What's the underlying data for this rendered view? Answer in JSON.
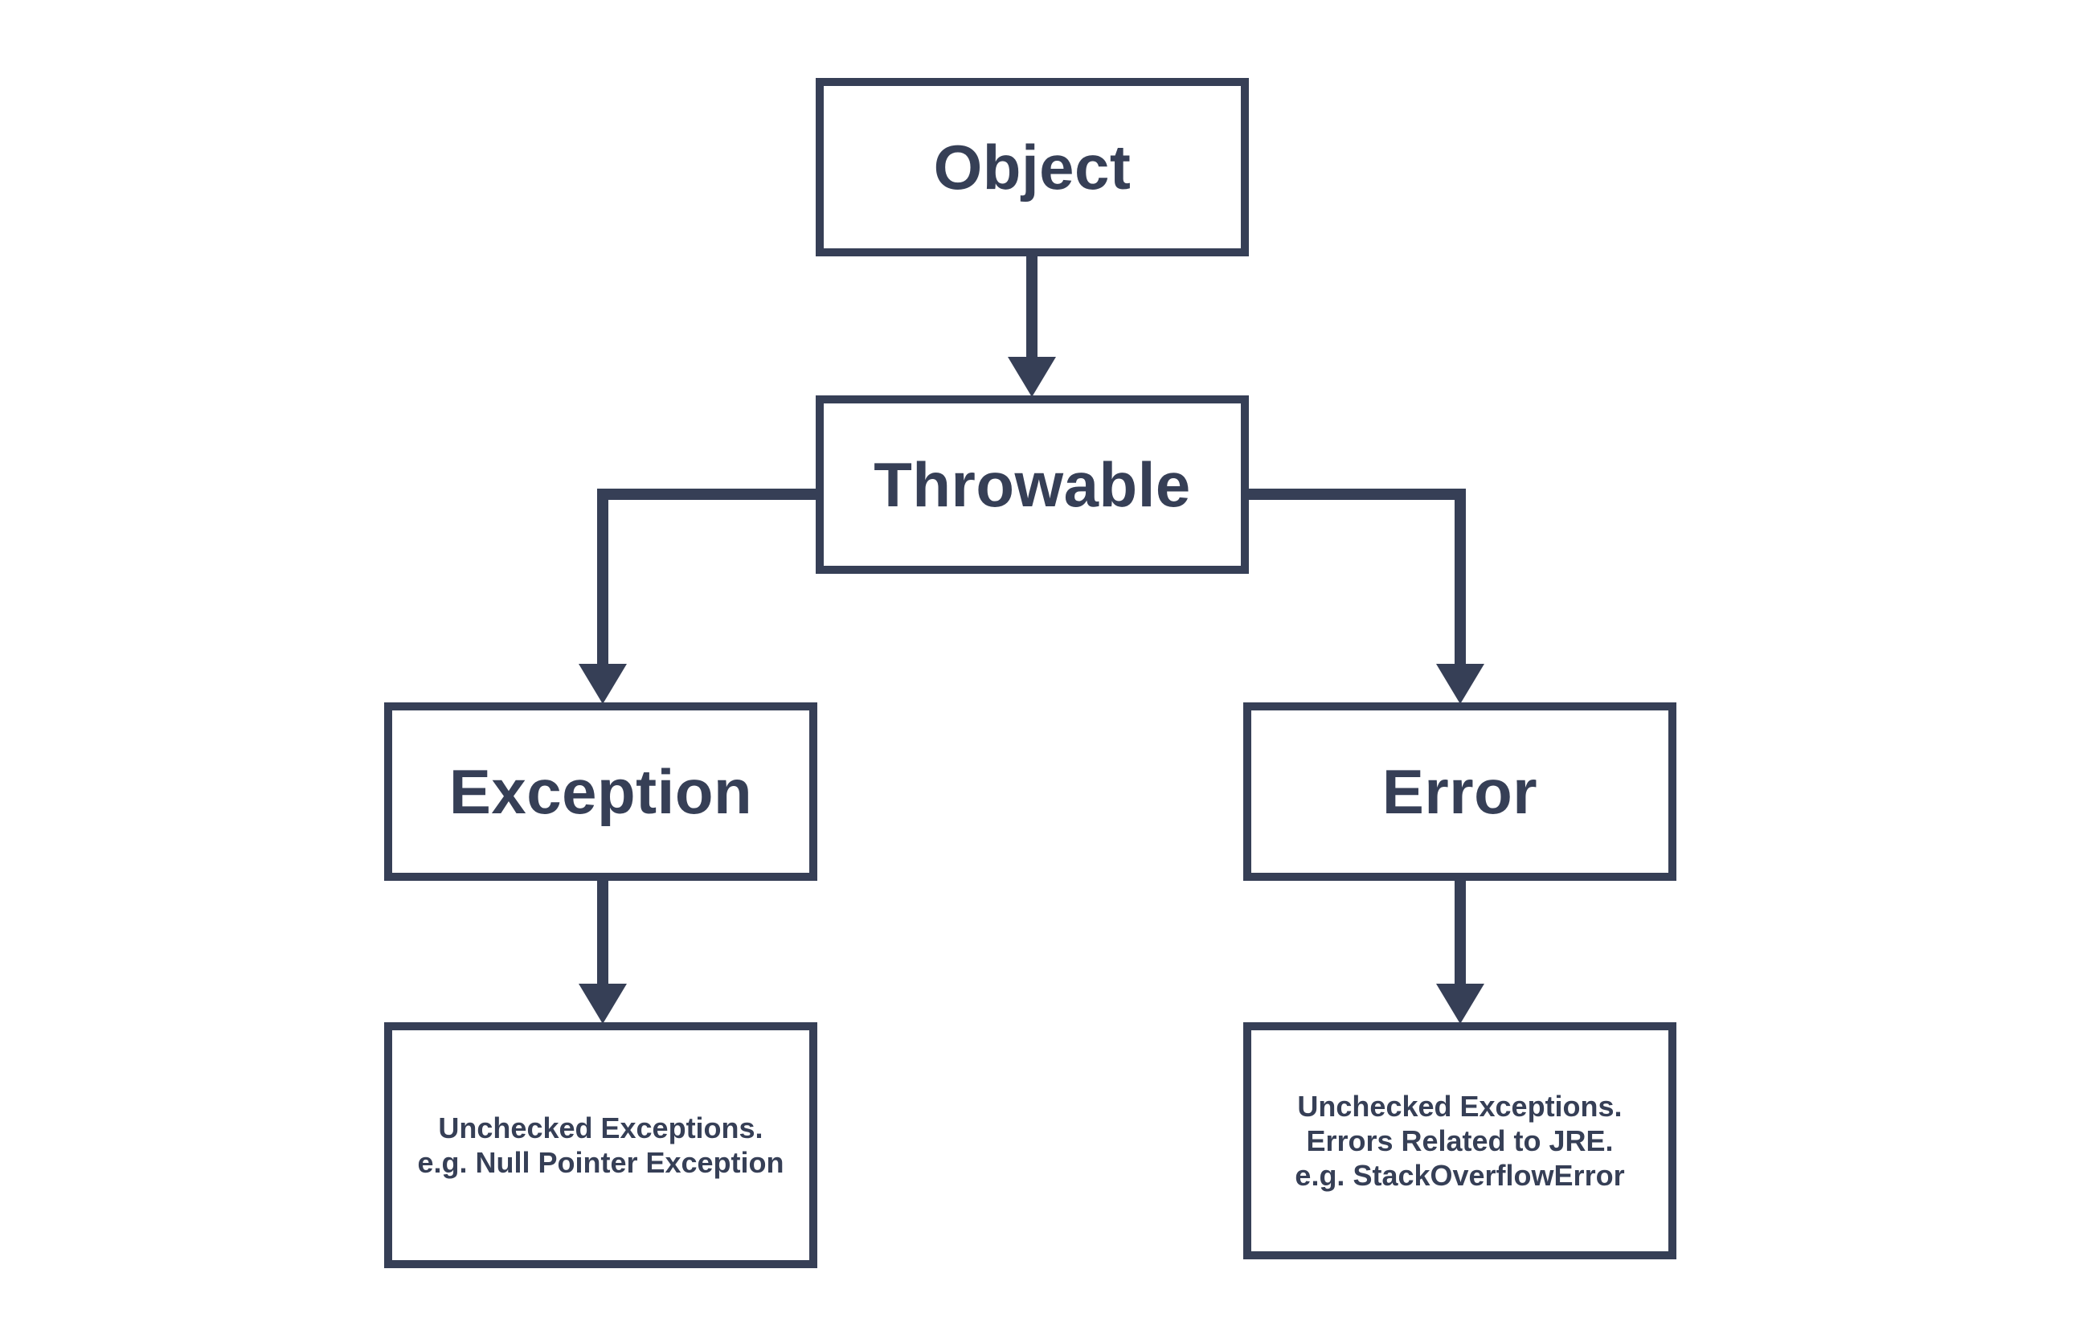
{
  "nodes": {
    "object": {
      "label": "Object"
    },
    "throwable": {
      "label": "Throwable"
    },
    "exception": {
      "label": "Exception"
    },
    "error": {
      "label": "Error"
    },
    "exception_detail": {
      "lines": [
        "Unchecked Exceptions.",
        "e.g. Null Pointer Exception"
      ]
    },
    "error_detail": {
      "lines": [
        "Unchecked Exceptions.",
        "Errors Related to JRE.",
        "e.g. StackOverflowError"
      ]
    }
  },
  "edges": [
    {
      "from": "Object",
      "to": "Throwable"
    },
    {
      "from": "Throwable",
      "to": "Exception"
    },
    {
      "from": "Throwable",
      "to": "Error"
    },
    {
      "from": "Exception",
      "to": "exception_detail"
    },
    {
      "from": "Error",
      "to": "error_detail"
    }
  ],
  "colors": {
    "stroke": "#363f56",
    "text": "#363f56",
    "background": "#ffffff"
  }
}
